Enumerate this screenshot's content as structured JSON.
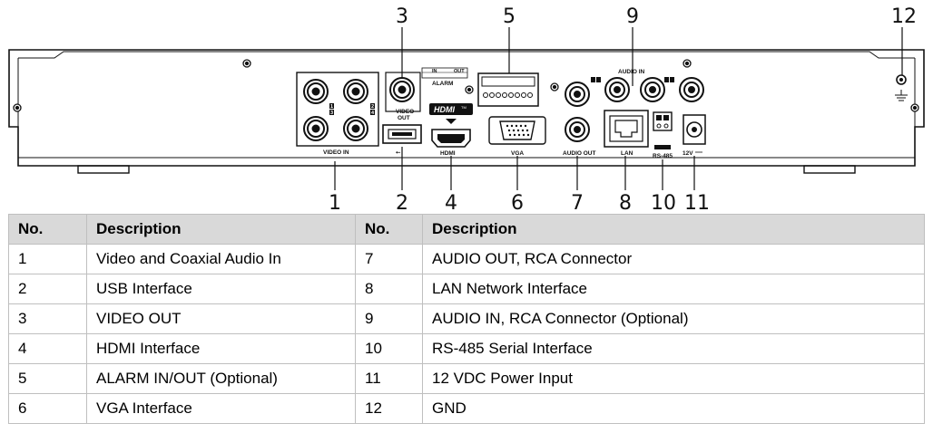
{
  "callouts": [
    "1",
    "2",
    "3",
    "4",
    "5",
    "6",
    "7",
    "8",
    "9",
    "10",
    "11",
    "12"
  ],
  "panel_labels": {
    "video_in": "VIDEO IN",
    "video_out_1": "VIDEO",
    "video_out_2": "OUT",
    "alarm": "ALARM",
    "alarm_in": "IN",
    "alarm_out": "OUT",
    "hdmi_badge": "HDMI",
    "hdmi_tm": "TM",
    "hdmi": "HDMI",
    "vga": "VGA",
    "audio_out": "AUDIO OUT",
    "audio_in": "AUDIO IN",
    "lan": "LAN",
    "rs485": "RS-485",
    "dc12v": "12V",
    "ch1": "1",
    "ch2": "2",
    "ch3": "3",
    "ch4": "4"
  },
  "table": {
    "headers": [
      "No.",
      "Description",
      "No.",
      "Description"
    ],
    "rows": [
      [
        "1",
        "Video and Coaxial Audio In",
        "7",
        "AUDIO OUT, RCA Connector"
      ],
      [
        "2",
        "USB Interface",
        "8",
        "LAN Network Interface"
      ],
      [
        "3",
        "VIDEO OUT",
        "9",
        "AUDIO IN, RCA Connector (Optional)"
      ],
      [
        "4",
        "HDMI Interface",
        "10",
        "RS-485 Serial Interface"
      ],
      [
        "5",
        "ALARM IN/OUT (Optional)",
        "11",
        "12 VDC Power Input"
      ],
      [
        "6",
        "VGA Interface",
        "12",
        "GND"
      ]
    ]
  }
}
